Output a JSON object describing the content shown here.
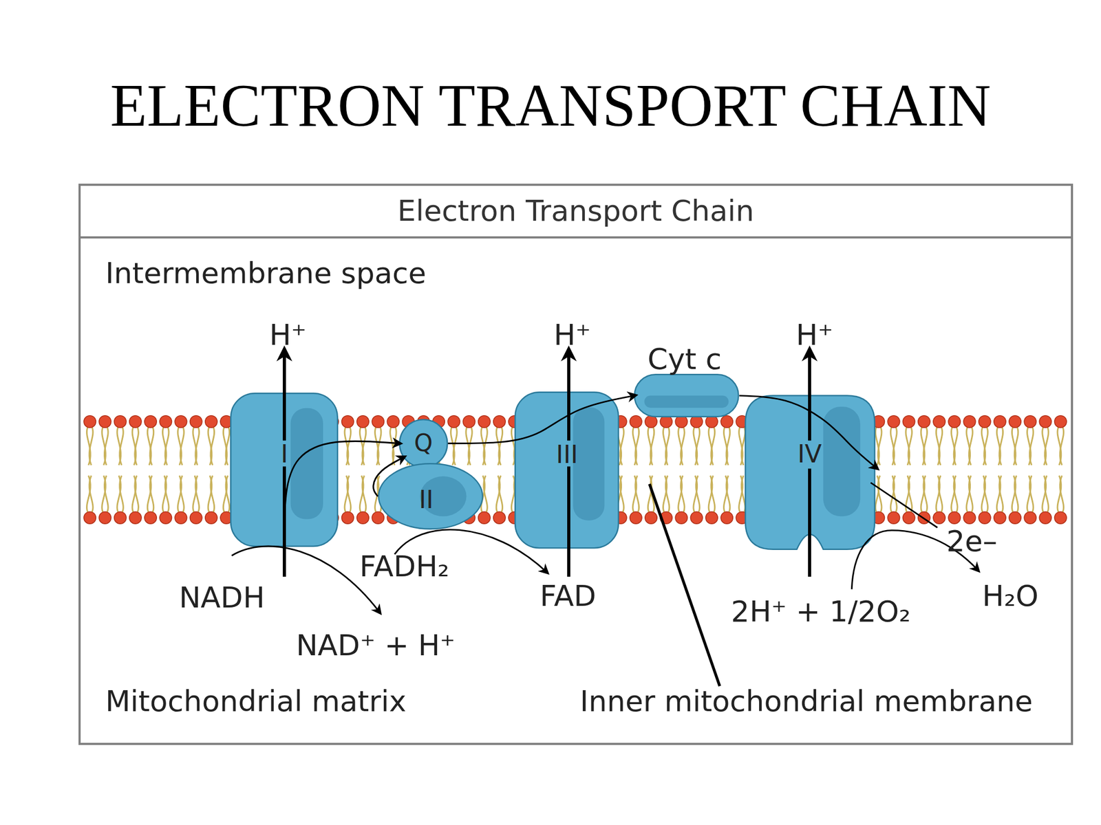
{
  "diagram": {
    "title": "ELECTRON TRANSPORT CHAIN",
    "nodes": [
      {
        "text": [
          "Electron Transport Chain"
        ]
      },
      {
        "text": [
          "I"
        ],
        "in": 0
      },
      {
        "text": [
          "Q"
        ],
        "in": 0
      },
      {
        "text": [
          "II"
        ],
        "in": 0
      },
      {
        "text": [
          "III"
        ],
        "in": 0
      },
      {
        "text": [
          "Cyt c"
        ],
        "in": 0
      },
      {
        "text": [
          "IV"
        ],
        "in": 0
      }
    ],
    "edges": [
      {
        "from": 1,
        "to": 2,
        "arrow": "to"
      },
      {
        "from": 3,
        "to": 2,
        "arrow": "to"
      },
      {
        "from": 2,
        "to": 5,
        "arrow": "to"
      },
      {
        "from": 5,
        "to": 6,
        "arrow": "to"
      }
    ],
    "labels": [
      "Intermembrane space",
      "H⁺",
      "H⁺",
      "H⁺",
      "NADH",
      "NAD⁺ + H⁺",
      "FADH₂",
      "FAD",
      "2e–",
      "2H⁺ + 1/2O₂",
      "H₂O",
      "Mitochondrial matrix",
      "Inner mitochondrial membrane"
    ]
  }
}
